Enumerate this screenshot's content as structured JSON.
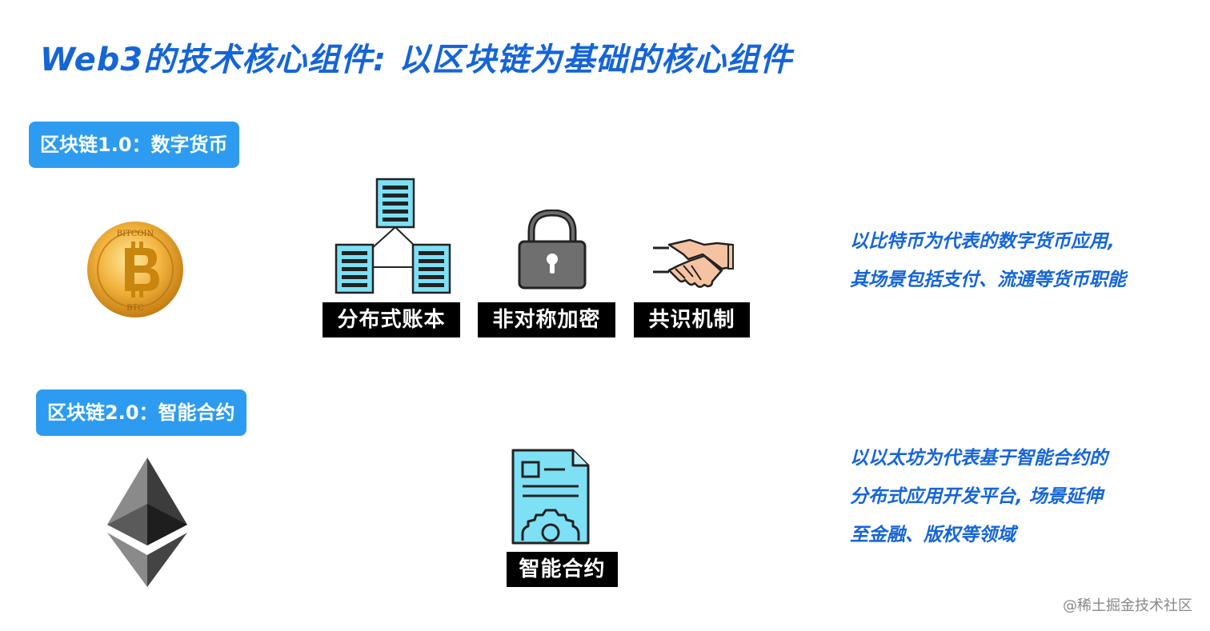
{
  "title": "Web3的技术核心组件: 以区块链为基础的核心组件",
  "section1": {
    "badge": "区块链1.0：数字货币",
    "coin_top_text": "BITCOIN",
    "coin_bottom_text": "BTC",
    "labels": [
      "分布式账本",
      "非对称加密",
      "共识机制"
    ],
    "description": [
      "以比特币为代表的数字货币应用,",
      "其场景包括支付、流通等货币职能"
    ]
  },
  "section2": {
    "badge": "区块链2.0：智能合约",
    "labels": [
      "智能合约"
    ],
    "description": [
      "以以太坊为代表基于智能合约的",
      "分布式应用开发平台, 场景延伸",
      "至金融、版权等领域"
    ]
  },
  "watermark": "@稀土掘金技术社区",
  "colors": {
    "title": "#1565d8",
    "badge_bg": "#2d9cf0",
    "icon_fill": "#7ee0f5",
    "label_bg": "#000000"
  },
  "icons": [
    "bitcoin-coin-icon",
    "distributed-ledger-icon",
    "padlock-icon",
    "handshake-icon",
    "ethereum-icon",
    "smart-contract-icon"
  ]
}
